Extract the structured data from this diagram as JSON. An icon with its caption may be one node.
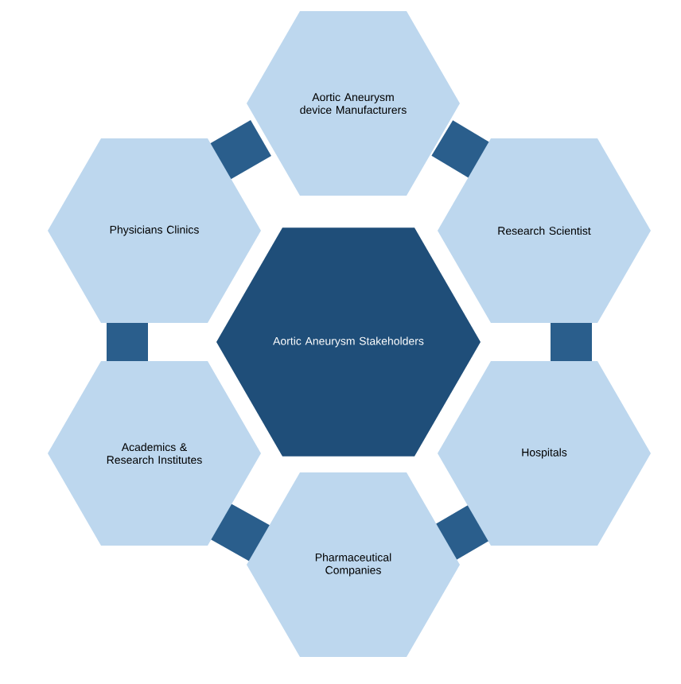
{
  "diagram": {
    "nodes": [
      {
        "text": [
          "Aortic Aneurysm device Manufacturers"
        ]
      },
      {
        "text": [
          "Physicians Clinics"
        ]
      },
      {
        "text": [
          "Research Scientist"
        ]
      },
      {
        "text": [
          "Aortic Aneurysm Stakeholders"
        ]
      },
      {
        "text": [
          "Academics & Research Institutes"
        ]
      },
      {
        "text": [
          "Hospitals"
        ]
      },
      {
        "text": [
          "Pharmaceutical Companies"
        ]
      }
    ]
  }
}
